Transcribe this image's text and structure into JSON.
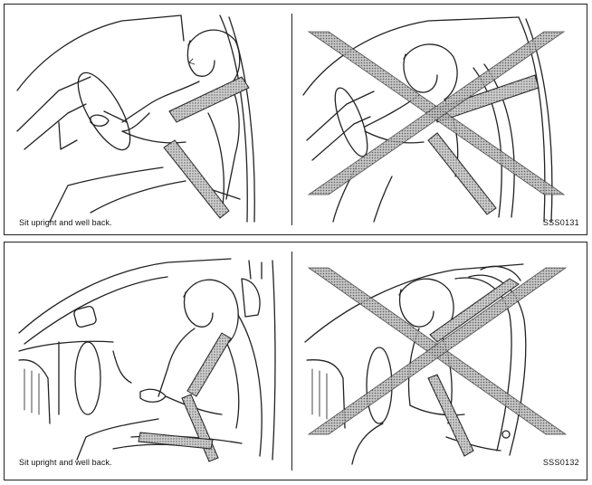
{
  "panels": {
    "top": {
      "caption": "Sit upright and well back.",
      "code": "SSS0131"
    },
    "bottom": {
      "caption": "Sit upright and well back.",
      "code": "SSS0132"
    }
  },
  "icons": {
    "correct_posture": "driver-upright-illustration",
    "incorrect_posture": "driver-leaning-crossed-out-illustration",
    "cross_mark": "x-mark-icon"
  }
}
